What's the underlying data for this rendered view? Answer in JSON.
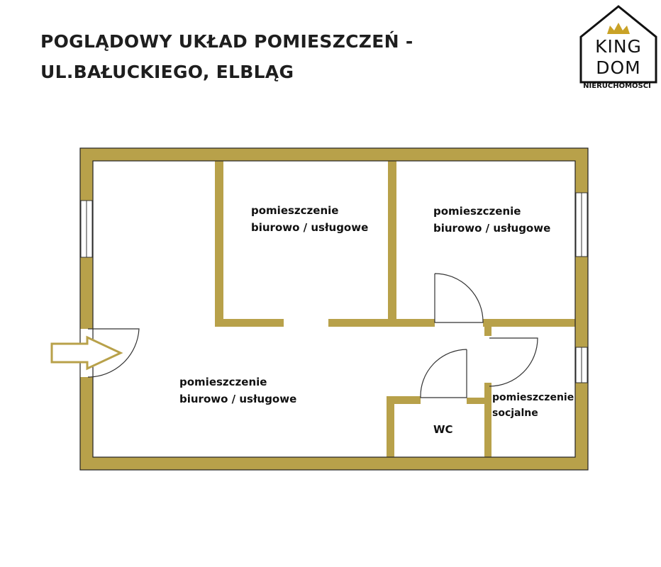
{
  "header": {
    "title_line_1": "POGLĄDOWY UKŁAD POMIESZCZEŃ -",
    "title_line_2": "UL.BAŁUCKIEGO, ELBLĄG"
  },
  "logo": {
    "word_1": "KING",
    "word_2": "DOM",
    "caption": "NIERUCHOMOŚCI",
    "crown_color": "#C9A227"
  },
  "floor_plan": {
    "wall_color": "#B8A14A",
    "arrow_color": "#B8A14A",
    "entrance_icon": "entrance-arrow-icon",
    "rooms": [
      {
        "line_1": "pomieszczenie",
        "line_2": "biurowo / usługowe"
      },
      {
        "line_1": "pomieszczenie",
        "line_2": "biurowo / usługowe"
      },
      {
        "line_1": "pomieszczenie",
        "line_2": "biurowo / usługowe"
      },
      {
        "line_1": "WC"
      },
      {
        "line_1": "pomieszczenie",
        "line_2": "socjalne"
      }
    ]
  }
}
